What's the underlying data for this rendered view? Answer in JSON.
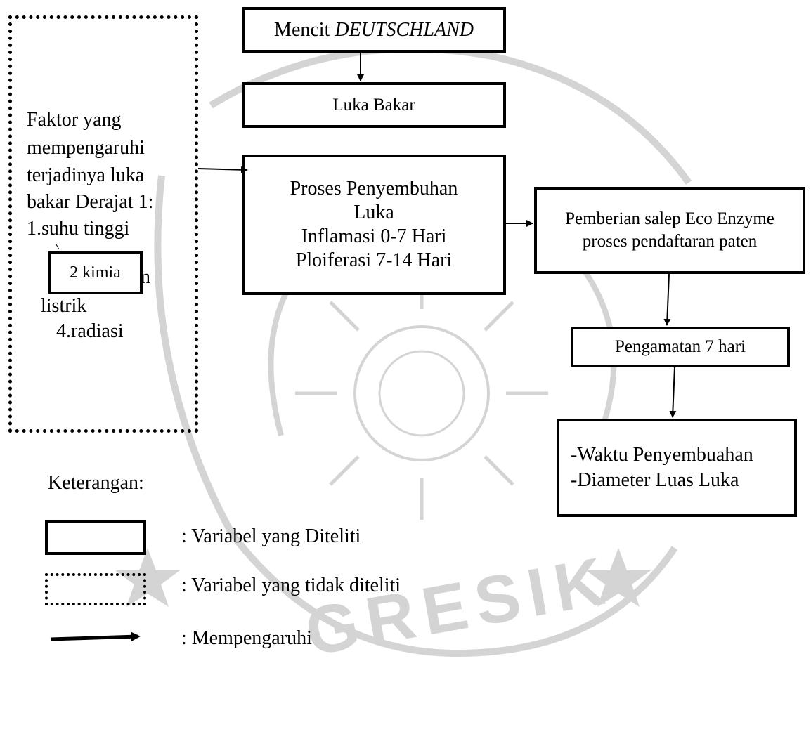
{
  "boxes": {
    "mencit_prefix": "Mencit",
    "mencit_italic": "DEUTSCHLAND",
    "luka_bakar": "Luka Bakar",
    "proses_line1": "Proses Penyembuhan",
    "proses_line2": "Luka",
    "proses_line3": "Inflamasi 0-7 Hari",
    "proses_line4": "Ploiferasi 7-14 Hari",
    "pemberian_line1": "Pemberian salep Eco Enzyme",
    "pemberian_line2": "proses pendaftaran paten",
    "pengamatan": "Pengamatan 7 hari",
    "hasil_line1": "-Waktu Penyembuahan",
    "hasil_line2": "-Diameter Luas Luka"
  },
  "faktor": {
    "line1": "Faktor yang",
    "line2": "mempengaruhi",
    "line3": "terjadinya luka",
    "line4": "bakar Derajat 1:",
    "line5": "1.suhu tinggi",
    "overlap_fragment": "n",
    "line7": "listrik",
    "line8": "4.radiasi",
    "kimia_box": "2 kimia"
  },
  "legend": {
    "title": "Keterangan:",
    "solid": ": Variabel yang Diteliti",
    "dotted": ": Variabel yang tidak diteliti",
    "arrow": ": Mempengaruhi"
  },
  "watermark": {
    "text": "GRESIK",
    "color": "#cfcfcf"
  }
}
